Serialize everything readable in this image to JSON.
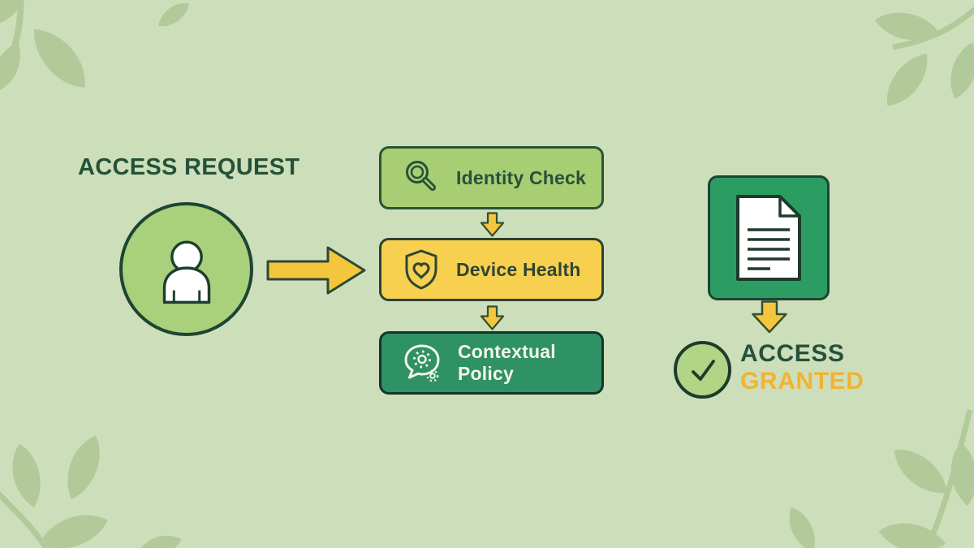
{
  "palette": {
    "background": "#cddfba",
    "leaf_decoration": "#b2ca9a",
    "dark_green_text": "#24513a",
    "light_green_fill": "#a8ce74",
    "avatar_circle_fill": "#a9d07b",
    "yellow_fill": "#f7d04f",
    "arrow_yellow": "#f4c63e",
    "deep_green_fill": "#2f9166",
    "document_card_green": "#2b9d63",
    "granted_yellow": "#f1b335",
    "white": "#ffffff"
  },
  "request": {
    "title": "ACCESS REQUEST",
    "icon": "user-icon"
  },
  "pipeline": {
    "steps": [
      {
        "label": "Identity Check",
        "icon": "magnifier-icon",
        "fill": "#a8ce74",
        "text_color": "#27503a"
      },
      {
        "label": "Device Health",
        "icon": "shield-heart-icon",
        "fill": "#f7d04f",
        "text_color": "#2e4632"
      },
      {
        "label": "Contextual Policy",
        "icon": "chat-gear-icon",
        "fill": "#2f9166",
        "text_color": "#f2f6ec"
      }
    ],
    "connectors": [
      "arrow-right-icon",
      "arrow-down-icon",
      "arrow-down-icon",
      "arrow-down-icon"
    ]
  },
  "result": {
    "card_icon": "document-icon",
    "badge_icon": "check-icon",
    "line1": "ACCESS",
    "line2": "GRANTED"
  }
}
